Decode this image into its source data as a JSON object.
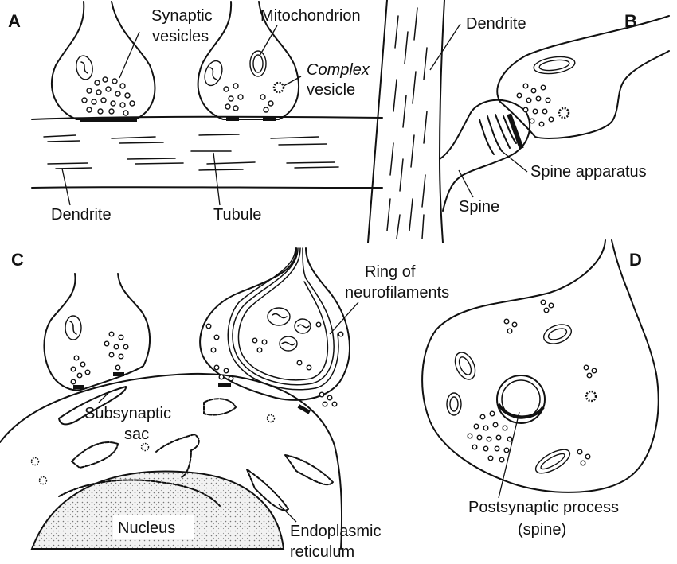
{
  "panels": {
    "a": {
      "letter": "A",
      "labels": {
        "synaptic_1": "Synaptic",
        "synaptic_2": "vesicles",
        "mitochondrion": "Mitochondrion",
        "complex_1": "Complex",
        "complex_2": "vesicle",
        "dendrite": "Dendrite",
        "tubule": "Tubule"
      }
    },
    "b": {
      "letter": "B",
      "labels": {
        "dendrite": "Dendrite",
        "spine_apparatus": "Spine apparatus",
        "spine": "Spine"
      }
    },
    "c": {
      "letter": "C",
      "labels": {
        "ring_1": "Ring of",
        "ring_2": "neurofilaments",
        "subsynaptic_1": "Subsynaptic",
        "subsynaptic_2": "sac",
        "nucleus": "Nucleus",
        "er_1": "Endoplasmic",
        "er_2": "reticulum"
      }
    },
    "d": {
      "letter": "D",
      "labels": {
        "postsynaptic_1": "Postsynaptic process",
        "postsynaptic_2": "(spine)"
      }
    }
  }
}
